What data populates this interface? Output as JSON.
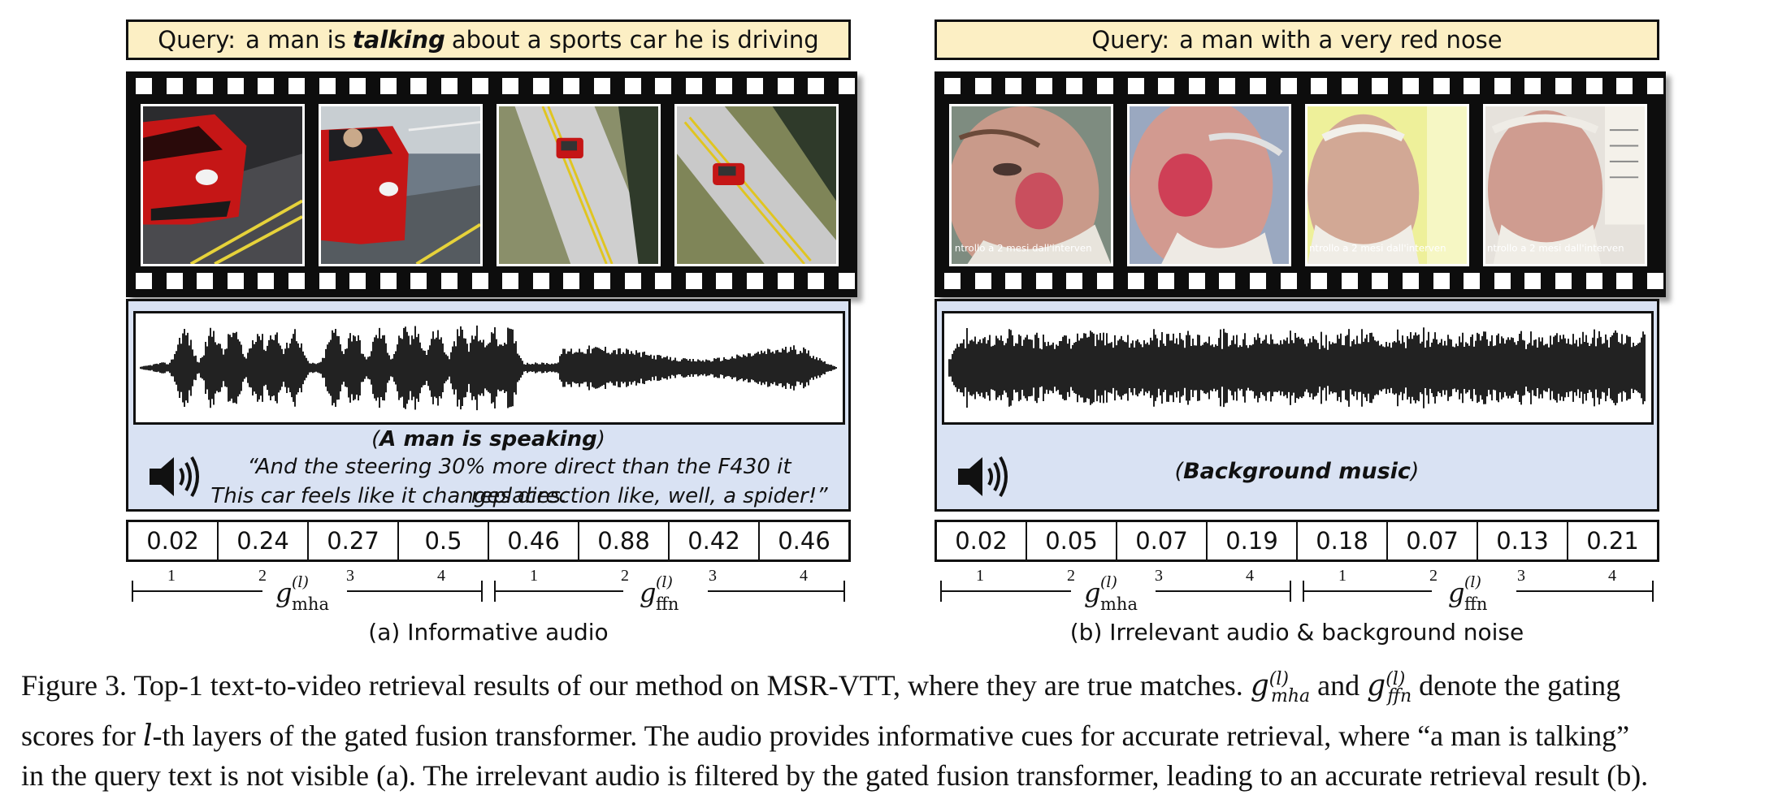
{
  "panels": [
    {
      "id": "a",
      "query_prefix": "Query:",
      "query_before": "a man is",
      "query_emph": "talking",
      "query_after": "about a sports car he is driving",
      "frames": [
        "red-sports-car-closeup",
        "red-sports-car-driver",
        "red-car-on-road-aerial",
        "red-car-on-curve-aerial"
      ],
      "audio_label_open": "(",
      "audio_label_bold": "A man is speaking",
      "audio_label_close": ")",
      "quote_line1": "“And the steering 30% more direct than the F430 it replaces.",
      "quote_line2": "This car feels like it changes direction like, well, a spider!”",
      "gates": [
        "0.02",
        "0.24",
        "0.27",
        "0.5",
        "0.46",
        "0.88",
        "0.42",
        "0.46"
      ],
      "caption": "(a) Informative audio"
    },
    {
      "id": "b",
      "query_prefix": "Query:",
      "query_before": "a man with a very red nose",
      "query_emph": "",
      "query_after": "",
      "frames": [
        "man-red-nose-1",
        "man-red-nose-2",
        "man-red-nose-3",
        "man-red-nose-4"
      ],
      "frame_subtitles": [
        "ntrollo a 2 mesi dall'interven",
        "",
        "ntrollo a 2 mesi dall'interven",
        "ntrollo a 2 mesi dall'interven"
      ],
      "audio_label_open": "(",
      "audio_label_bold": "Background music",
      "audio_label_close": ")",
      "gates": [
        "0.02",
        "0.05",
        "0.07",
        "0.19",
        "0.18",
        "0.07",
        "0.13",
        "0.21"
      ],
      "caption": "(b) Irrelevant audio & background noise"
    }
  ],
  "scale": {
    "ticks": [
      "1",
      "2",
      "3",
      "4"
    ],
    "mha_symbol": "g",
    "mha_sub": "mha",
    "ffn_symbol": "g",
    "ffn_sub": "ffn",
    "layer_sup": "(l)"
  },
  "figure_caption": {
    "line1_a": "Figure 3. Top-1 text-to-video retrieval results of our method on MSR-VTT, where they are true matches.",
    "line1_and": "and",
    "line1_b": "denote the gating",
    "sym_mha_sub": "mha",
    "sym_ffn_sub": "ffn",
    "sym_sup": "(l)",
    "line2_a": "scores for",
    "line2_l": "l",
    "line2_b": "-th layers of the gated fusion transformer. The audio provides informative cues for accurate retrieval, where “a man is talking”",
    "line3": "in the query text is not visible (a). The irrelevant audio is filtered by the gated fusion transformer, leading to an accurate retrieval result (b)."
  },
  "colors": {
    "query_bg": "#fcefc4",
    "audio_bg": "#d9e2f3",
    "film_bg": "#0d0d0d"
  }
}
